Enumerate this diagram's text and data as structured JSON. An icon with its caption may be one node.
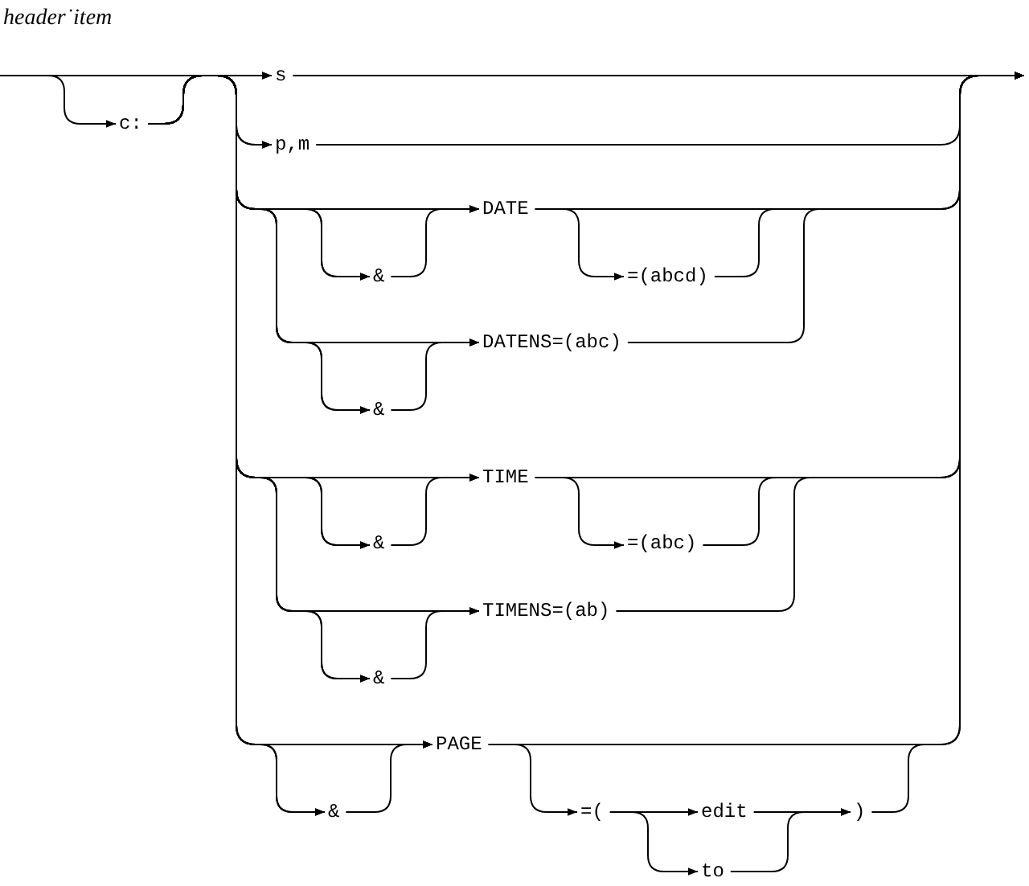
{
  "diagram": {
    "title": "header˙item",
    "nodes": [
      {
        "text": [
          "c:"
        ]
      },
      {
        "text": [
          "s"
        ]
      },
      {
        "text": [
          "p,m"
        ]
      },
      {
        "text": [
          "&"
        ]
      },
      {
        "text": [
          "DATE"
        ]
      },
      {
        "text": [
          "=(abcd)"
        ]
      },
      {
        "text": [
          "&"
        ]
      },
      {
        "text": [
          "DATENS=(abc)"
        ]
      },
      {
        "text": [
          "&"
        ]
      },
      {
        "text": [
          "TIME"
        ]
      },
      {
        "text": [
          "=(abc)"
        ]
      },
      {
        "text": [
          "&"
        ]
      },
      {
        "text": [
          "TIMENS=(ab)"
        ]
      },
      {
        "text": [
          "&"
        ]
      },
      {
        "text": [
          "PAGE"
        ]
      },
      {
        "text": [
          "=("
        ]
      },
      {
        "text": [
          "edit"
        ]
      },
      {
        "text": [
          "to"
        ]
      },
      {
        "text": [
          ")"
        ]
      }
    ],
    "edges": [
      {
        "from": null,
        "to": 0,
        "arrow": "to"
      },
      {
        "from": null,
        "to": 1,
        "arrow": "to"
      },
      {
        "from": null,
        "to": 2,
        "arrow": "to"
      },
      {
        "from": null,
        "to": 3,
        "arrow": "to"
      },
      {
        "from": null,
        "to": 4,
        "arrow": "to"
      },
      {
        "from": null,
        "to": 6,
        "arrow": "to"
      },
      {
        "from": null,
        "to": 7,
        "arrow": "to"
      },
      {
        "from": null,
        "to": 8,
        "arrow": "to"
      },
      {
        "from": null,
        "to": 9,
        "arrow": "to"
      },
      {
        "from": null,
        "to": 11,
        "arrow": "to"
      },
      {
        "from": null,
        "to": 12,
        "arrow": "to"
      },
      {
        "from": null,
        "to": 13,
        "arrow": "to"
      },
      {
        "from": null,
        "to": 14,
        "arrow": "to"
      },
      {
        "from": 0,
        "to": 1,
        "arrow": "to"
      },
      {
        "from": 0,
        "to": 2,
        "arrow": "to"
      },
      {
        "from": 0,
        "to": 3,
        "arrow": "to"
      },
      {
        "from": 0,
        "to": 4,
        "arrow": "to"
      },
      {
        "from": 0,
        "to": 6,
        "arrow": "to"
      },
      {
        "from": 0,
        "to": 7,
        "arrow": "to"
      },
      {
        "from": 0,
        "to": 8,
        "arrow": "to"
      },
      {
        "from": 0,
        "to": 9,
        "arrow": "to"
      },
      {
        "from": 0,
        "to": 11,
        "arrow": "to"
      },
      {
        "from": 0,
        "to": 12,
        "arrow": "to"
      },
      {
        "from": 0,
        "to": 13,
        "arrow": "to"
      },
      {
        "from": 0,
        "to": 14,
        "arrow": "to"
      },
      {
        "from": 1,
        "to": null,
        "arrow": "to"
      },
      {
        "from": 2,
        "to": null,
        "arrow": "to"
      },
      {
        "from": 3,
        "to": 4,
        "arrow": "to"
      },
      {
        "from": 4,
        "to": 5,
        "arrow": "to"
      },
      {
        "from": 4,
        "to": null,
        "arrow": "to"
      },
      {
        "from": 5,
        "to": null,
        "arrow": "to"
      },
      {
        "from": 6,
        "to": 7,
        "arrow": "to"
      },
      {
        "from": 7,
        "to": null,
        "arrow": "to"
      },
      {
        "from": 8,
        "to": 9,
        "arrow": "to"
      },
      {
        "from": 9,
        "to": 10,
        "arrow": "to"
      },
      {
        "from": 9,
        "to": null,
        "arrow": "to"
      },
      {
        "from": 10,
        "to": null,
        "arrow": "to"
      },
      {
        "from": 11,
        "to": 12,
        "arrow": "to"
      },
      {
        "from": 12,
        "to": null,
        "arrow": "to"
      },
      {
        "from": 13,
        "to": 14,
        "arrow": "to"
      },
      {
        "from": 14,
        "to": 15,
        "arrow": "to"
      },
      {
        "from": 14,
        "to": null,
        "arrow": "to"
      },
      {
        "from": 15,
        "to": 16,
        "arrow": "to"
      },
      {
        "from": 15,
        "to": 17,
        "arrow": "to"
      },
      {
        "from": 16,
        "to": 18,
        "arrow": "to"
      },
      {
        "from": 17,
        "to": 18,
        "arrow": "to"
      },
      {
        "from": 18,
        "to": null,
        "arrow": "to"
      }
    ]
  }
}
